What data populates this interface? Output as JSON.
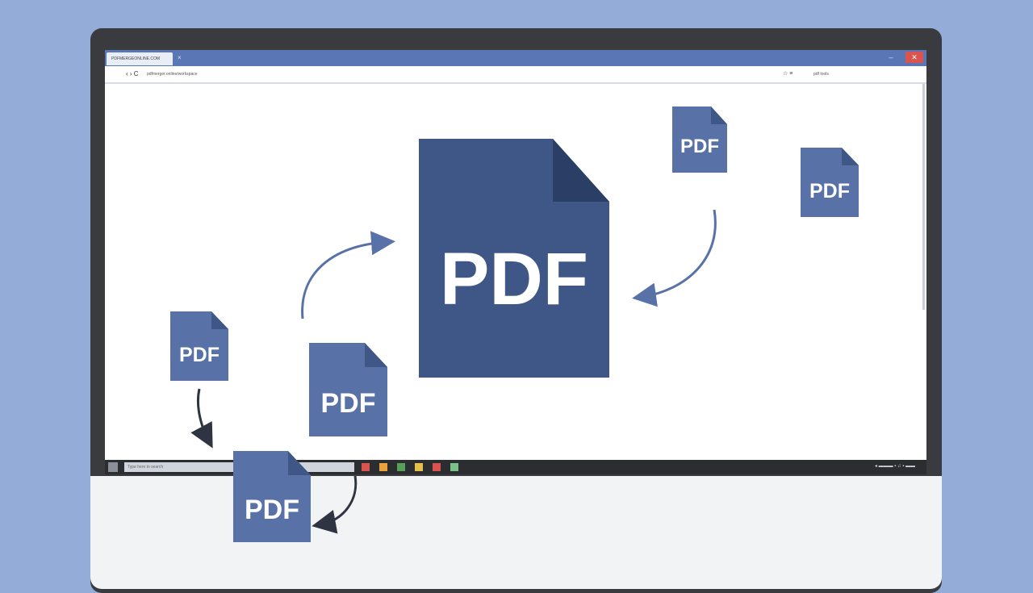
{
  "browser": {
    "tab_title": "PDFMERGEONLINE.COM",
    "tab_close": "×",
    "minimize": "–",
    "close": "✕",
    "nav_buttons": "‹ › C",
    "url": "pdfmerger.online/workspace",
    "addr_icons": "☆ ≡",
    "addr_right_text": "pdf tools"
  },
  "taskbar": {
    "search_placeholder": "Type here to search",
    "tray_text": "◂ ▬▬▬ ▪ ♫ ▪ ▬▬",
    "app_colors": [
      "#d9534f",
      "#e8a33c",
      "#58a05a",
      "#e6c04a",
      "#d9534f",
      "#7bbf8a"
    ]
  },
  "files": [
    {
      "label": "PDF",
      "role": "main-document"
    },
    {
      "label": "PDF",
      "role": "file-top-right-1"
    },
    {
      "label": "PDF",
      "role": "file-top-right-2"
    },
    {
      "label": "PDF",
      "role": "file-left"
    },
    {
      "label": "PDF",
      "role": "file-center"
    },
    {
      "label": "PDF",
      "role": "file-bottom"
    }
  ],
  "colors": {
    "background": "#93acd8",
    "main_pdf": "#3e5787",
    "small_pdf": "#5872a8",
    "arrow_blue": "#5872a8",
    "arrow_dark": "#2e3442"
  }
}
